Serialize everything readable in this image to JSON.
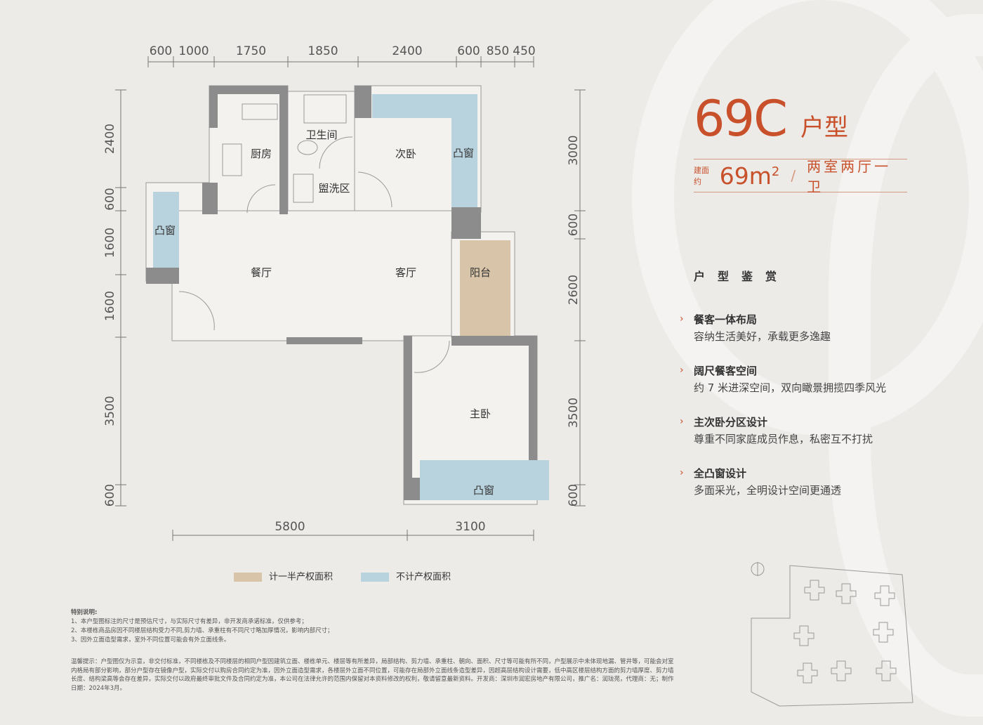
{
  "unit": {
    "code": "69C",
    "suffix": "户型",
    "area_label": "建面约",
    "area_value": "69m",
    "area_sup": "2",
    "separator": "/",
    "layout_type": "两室两厅一卫"
  },
  "features_title": "户型鉴赏",
  "features": [
    {
      "title": "餐客一体布局",
      "desc": "容纳生活美好，承载更多逸趣"
    },
    {
      "title": "阔尺餐客空间",
      "desc": "约 7 米进深空间，双向瞰景拥揽四季风光"
    },
    {
      "title": "主次卧分区设计",
      "desc": "尊重不同家庭成员作息，私密互不打扰"
    },
    {
      "title": "全凸窗设计",
      "desc": "多面采光，全明设计空间更通透"
    }
  ],
  "rooms": {
    "kitchen": "厨房",
    "bathroom": "卫生间",
    "second_bedroom": "次卧",
    "bay_window": "凸窗",
    "wash_area": "盥洗区",
    "dining": "餐厅",
    "living": "客厅",
    "balcony": "阳台",
    "master_bedroom": "主卧"
  },
  "dimensions": {
    "top": [
      "600",
      "1000",
      "1750",
      "1850",
      "2400",
      "600",
      "850",
      "450"
    ],
    "left": [
      "2400",
      "600",
      "1600",
      "1600",
      "3500",
      "600"
    ],
    "right": [
      "3000",
      "600",
      "2600",
      "3500",
      "600"
    ],
    "bottom": [
      "5800",
      "3100"
    ]
  },
  "legend": [
    {
      "label": "计一半产权面积",
      "color": "#d8c4a8"
    },
    {
      "label": "不计产权面积",
      "color": "#b9d3de"
    }
  ],
  "notes": {
    "title": "特别说明:",
    "items": [
      "1、本户型图标注的尺寸是预估尺寸，与实际尺寸有差异，非开发商承诺标准，仅供参考；",
      "2、本楼栋商品房因不同楼层结构受力不同,剪力墙、承重柱有不同尺寸略加厚情况，影响内部尺寸；",
      "3、因外立面造型需求，室外不同位置可能会有外立面线条。"
    ]
  },
  "tips": "温馨提示：户型图仅为示意，非交付标准，不同楼栋及不同楼层的相同户型因建筑立面、楼栋单元、楼层等有所差异，局部结构、剪力墙、承重柱、朝向、面积、尺寸等可能有所不同，户型展示中未体现地漏、管井等，可能会对室内格局有部分影响，部分户型存在镜像户型，实际交付以购房合同约定为准，因外立面造型需求，各楼层外立面不同位置，可能存在局部外立面线条造型差异，因超高层结构设计需要，低中高区楼层结构方面的剪力墙厚度、剪力墙长度、结构梁高等会存在差异，实际交付以政府最终审批文件及合同约定为准，本公司在法律允许的范围内保留对本资料修改的权利，敬请留意最新资料。开发商：深圳市润宏房地产有限公司，推广名：润珑苑，代理商：无；制作日期：2024年3月。",
  "colors": {
    "accent": "#c8502a",
    "wall": "#8c8c8c",
    "bay": "#b9d3de",
    "half_area": "#d8c4a8"
  }
}
